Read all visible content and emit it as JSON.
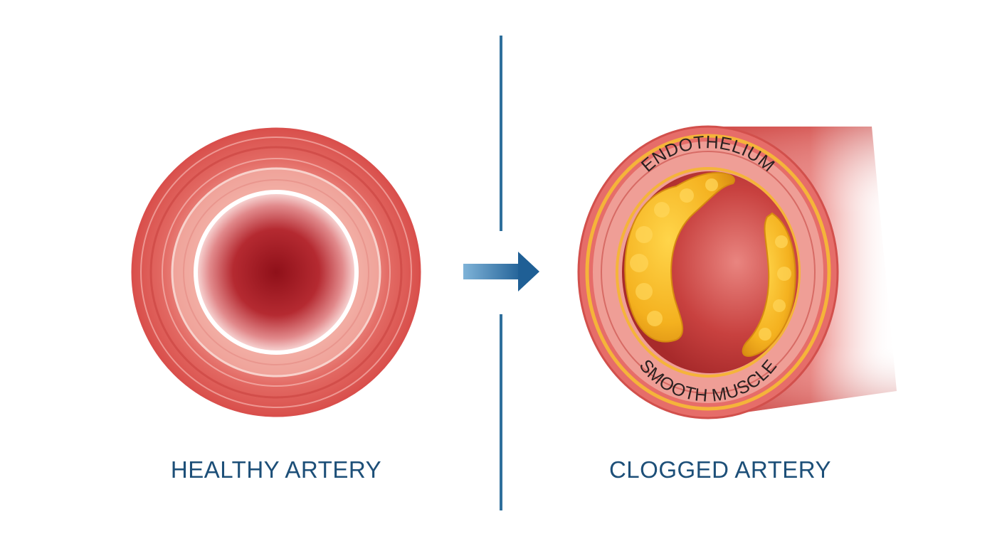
{
  "left_panel": {
    "caption": "HEALTHY ARTERY"
  },
  "right_panel": {
    "caption": "CLOGGED ARTERY",
    "labels": {
      "top": "ENDOTHELIUM",
      "bottom": "SMOOTH MUSCLE"
    }
  },
  "icons": {
    "transition": "right-arrow-icon"
  },
  "colors": {
    "artery_wall": "#e46a68",
    "artery_wall_dark": "#c94744",
    "lumen": "#9b1620",
    "plaque": "#f2b320",
    "endothelium_ring": "#f5b43a",
    "divider": "#2f6f9c",
    "caption": "#1d4f78"
  }
}
